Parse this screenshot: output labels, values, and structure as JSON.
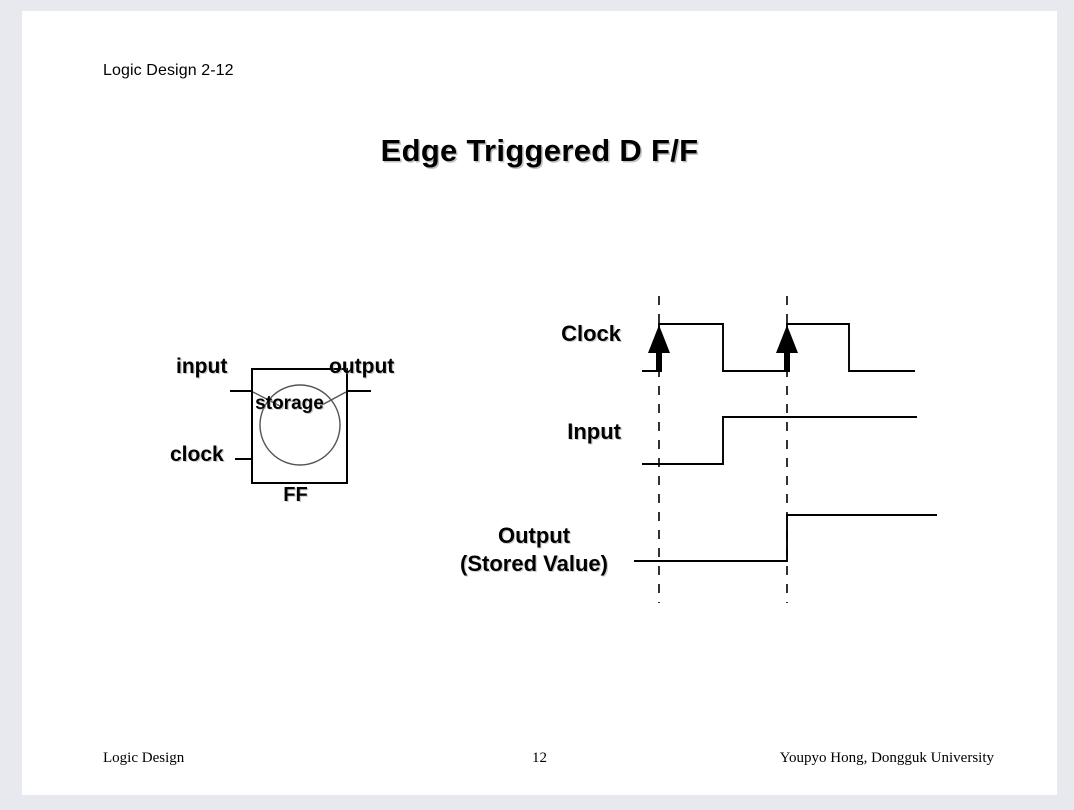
{
  "page": {
    "background_color": "#e7e9ee",
    "slide_color": "#ffffff",
    "header_note": "Logic Design 2-12",
    "title": "Edge Triggered D F/F"
  },
  "ff_block": {
    "input_label": "input",
    "output_label": "output",
    "clock_label": "clock",
    "storage_label": "storage",
    "caption": "FF"
  },
  "timing": {
    "clock_label": "Clock",
    "input_label": "Input",
    "output_label_line1": "Output",
    "output_label_line2": "(Stored Value)",
    "edge_marker_1": "rising-edge-arrow",
    "edge_marker_2": "rising-edge-arrow"
  },
  "footer": {
    "left": "Logic Design",
    "page_number": "12",
    "right": "Youpyo Hong, Dongguk University"
  },
  "colors": {
    "ink": "#000000",
    "thin_line": "#3a3a3a",
    "shadow": "#8c8c96"
  }
}
